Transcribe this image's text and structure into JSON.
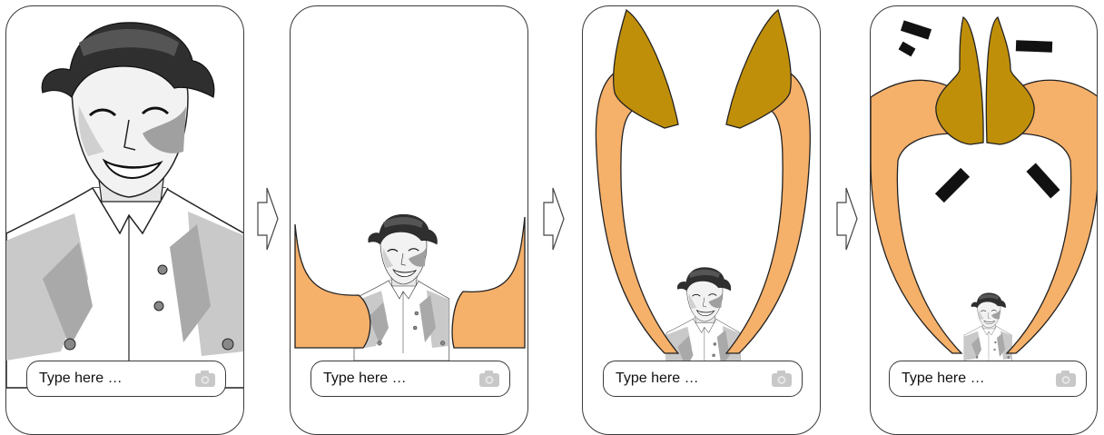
{
  "panels": [
    {
      "input_placeholder": "Type here …",
      "camera_icon": "camera-icon"
    },
    {
      "input_placeholder": "Type here …",
      "camera_icon": "camera-icon"
    },
    {
      "input_placeholder": "Type here …",
      "camera_icon": "camera-icon"
    },
    {
      "input_placeholder": "Type here …",
      "camera_icon": "camera-icon"
    }
  ],
  "colors": {
    "frame_border": "#3a3a3a",
    "hand_skin": "#f5b06a",
    "thumb_gold": "#c08f0a",
    "portrait_dark": "#333333",
    "portrait_gray": "#b5b5b5",
    "camera_gray": "#c8c8c8"
  }
}
